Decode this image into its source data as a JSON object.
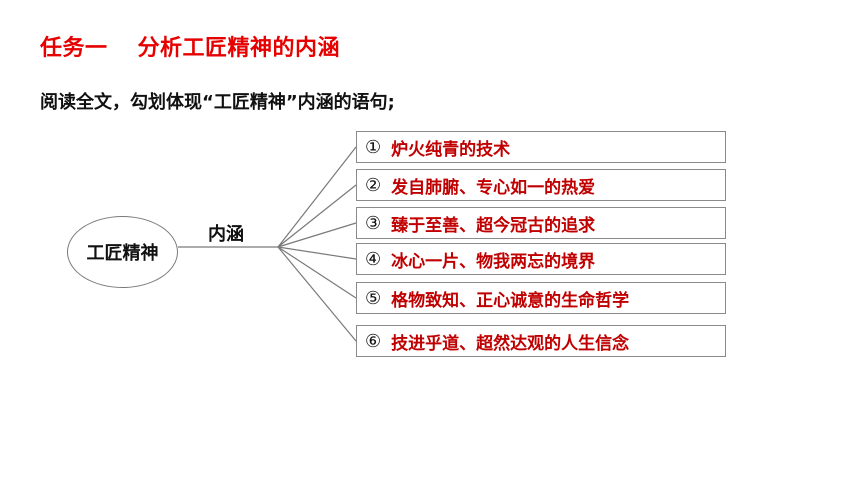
{
  "title": {
    "task": "任务一",
    "topic": "分析工匠精神的内涵"
  },
  "instruction": "阅读全文，勾划体现“工匠精神”内涵的语句;",
  "concept": "工匠精神",
  "connector_label": "内涵",
  "items": [
    {
      "num": "①",
      "text": "炉火纯青的技术"
    },
    {
      "num": "②",
      "text": "发自肺腑、专心如一的热爱"
    },
    {
      "num": "③",
      "text": "臻于至善、超今冠古的追求"
    },
    {
      "num": "④",
      "text": "冰心一片、物我两忘的境界"
    },
    {
      "num": "⑤",
      "text": "格物致知、正心诚意的生命哲学"
    },
    {
      "num": "⑥",
      "text": "技进乎道、超然达观的人生信念"
    }
  ],
  "colors": {
    "title": "#e60000",
    "item_text": "#c00000",
    "line": "#7a7a7a"
  }
}
